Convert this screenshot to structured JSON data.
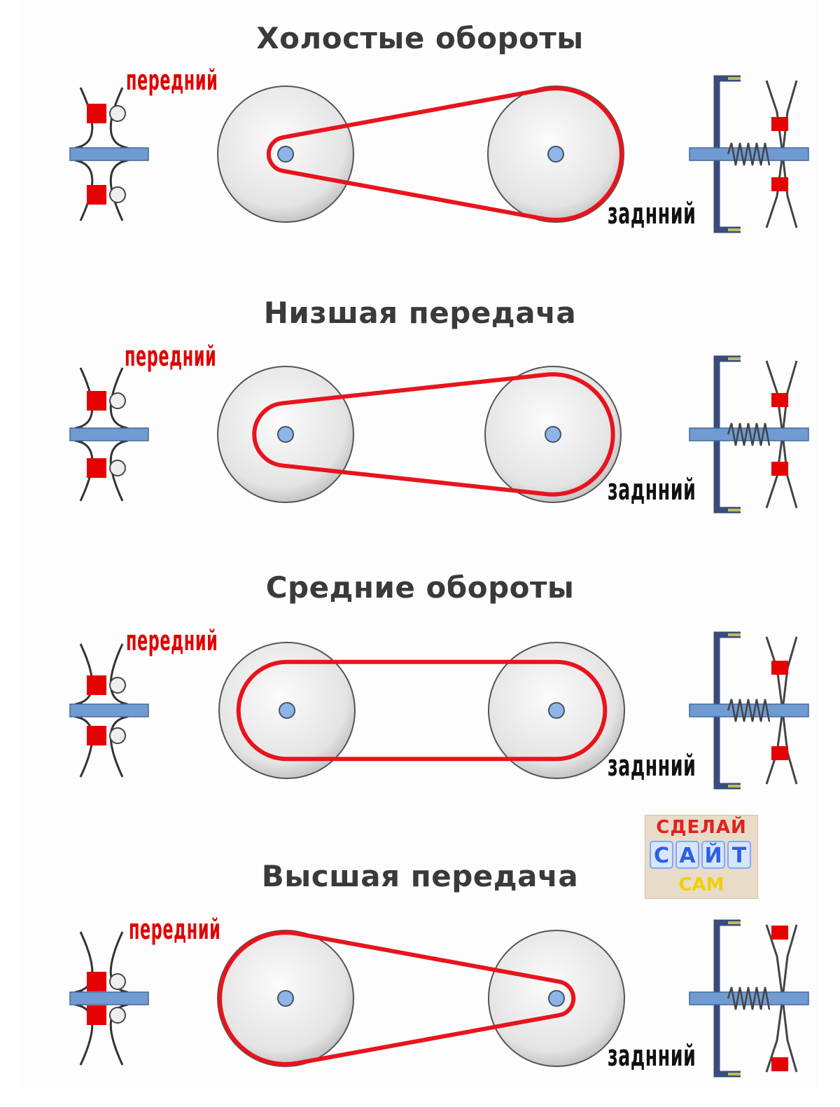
{
  "panels": [
    {
      "title": "Холостые обороты",
      "front_label": "передний",
      "rear_label": "заднний",
      "front_pulley_ratio": 0.1,
      "rear_pulley_ratio": 0.95
    },
    {
      "title": "Низшая передача",
      "front_label": "передний",
      "rear_label": "заднний",
      "front_pulley_ratio": 0.35,
      "rear_pulley_ratio": 0.85
    },
    {
      "title": "Средние обороты",
      "front_label": "передний",
      "rear_label": "заднний",
      "front_pulley_ratio": 0.65,
      "rear_pulley_ratio": 0.65
    },
    {
      "title": "Высшая передача",
      "front_label": "передний",
      "rear_label": "заднний",
      "front_pulley_ratio": 0.95,
      "rear_pulley_ratio": 0.1
    }
  ],
  "watermark": {
    "line1": "СДЕЛАЙ",
    "letters": [
      "С",
      "А",
      "Й",
      "Т"
    ],
    "line3": "САМ"
  },
  "colors": {
    "belt": "#e8141c",
    "shaft": "#6f9bd2",
    "pulley": "#e4e4e4",
    "weight": "#e60000",
    "title": "#3a3a3a",
    "front_label": "#e00000"
  }
}
